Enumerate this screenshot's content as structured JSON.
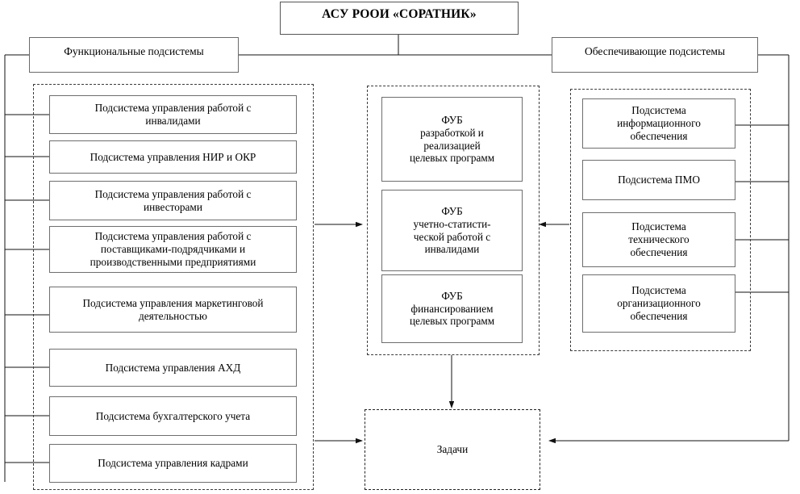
{
  "diagram": {
    "title_box": {
      "label": "АСУ РООИ «СОРАТНИК»"
    },
    "headers": {
      "left": "Функциональные подсистемы",
      "right": "Обеспечивающие подсистемы"
    },
    "functional_subsystems": [
      "Подсистема управления работой с\nинвалидами",
      "Подсистема управления НИР и ОКР",
      "Подсистема управления работой с\nинвесторами",
      "Подсистема управления работой с\nпоставщиками-подрядчиками и\nпроизводственными предприятиями",
      "Подсистема управления маркетинговой\nдеятельностью",
      "Подсистема управления АХД",
      "Подсистема бухгалтерского учета",
      "Подсистема управления кадрами"
    ],
    "fub_blocks": [
      "ФУБ\nразработкой и\nреализацией\nцелевых программ",
      "ФУБ\nучетно-статисти-\nческой работой с\nинвалидами",
      "ФУБ\nфинансированием\nцелевых программ"
    ],
    "supporting_subsystems": [
      "Подсистема\nинформационного\nобеспечения",
      "Подсистема ПМО",
      "Подсистема\nтехнического\nобеспечения",
      "Подсистема\nорганизационного\nобеспечения"
    ],
    "tasks_box": {
      "label": "Задачи"
    },
    "colors": {
      "line": "#000000",
      "box_border": "#6e6e6e",
      "dashed_border": "#3b3b3b",
      "background": "#ffffff",
      "text": "#000000"
    }
  }
}
